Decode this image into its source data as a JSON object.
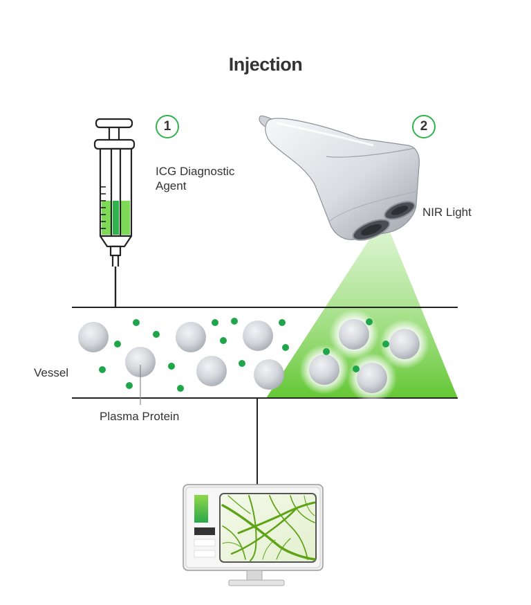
{
  "title": "Injection",
  "steps": [
    {
      "number": "1",
      "label_line1": "ICG Diagnostic",
      "label_line2": "Agent"
    },
    {
      "number": "2",
      "label": "NIR Light"
    }
  ],
  "labels": {
    "vessel": "Vessel",
    "plasma_protein": "Plasma Protein"
  },
  "colors": {
    "accent_green": "#2fb34a",
    "light_green": "#7ed957",
    "protein_gray": "#c9ccd2",
    "line": "#222222"
  },
  "icons": [
    "syringe-icon",
    "nir-camera-icon",
    "monitor-icon"
  ]
}
